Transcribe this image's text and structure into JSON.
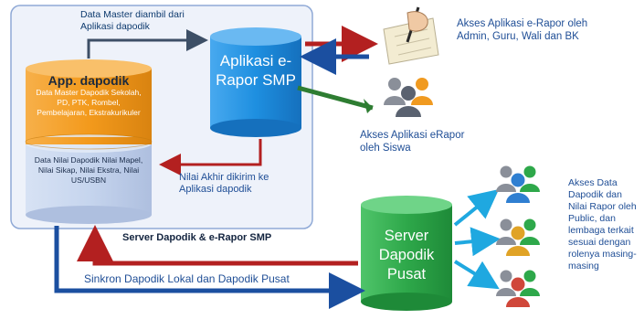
{
  "colors": {
    "server_box_fill": "#e9eef8",
    "server_box_border": "#8fa9d6",
    "dapodik_top": "#f39a1c",
    "dapodik_bottom": "#c6d5ee",
    "erapor_cylinder": "#1e8fe0",
    "pusat_cylinder": "#2ea84a",
    "arrow_red": "#b32020",
    "arrow_blue": "#1b4fa0",
    "arrow_cyan": "#1fa8e0",
    "arrow_green": "#2e7d32",
    "text_dark": "#0d3a6e"
  },
  "labels": {
    "data_master_from": "Data Master diambil dari Aplikasi dapodik",
    "app_dapodik_title": "App. dapodik",
    "app_dapodik_data": "Data Master Dapodik Sekolah, PD, PTK, Rombel, Pembelajaran, Ekstrakurikuler",
    "app_dapodik_nilai": "Data Nilai Dapodik Nilai Mapel, Nilai Sikap, Nilai Ekstra, Nilai US/USBN",
    "aplikasi_erapor": "Aplikasi e-Rapor SMP",
    "nilai_akhir": "Nilai Akhir dikirim ke Aplikasi dapodik",
    "server_caption": "Server Dapodik & e-Rapor SMP",
    "akses_admin": "Akses Aplikasi e-Rapor oleh Admin, Guru, Wali dan BK",
    "akses_siswa": "Akses Aplikasi eRapor oleh Siswa",
    "server_pusat": "Server Dapodik Pusat",
    "sinkron": "Sinkron Dapodik Lokal dan Dapodik Pusat",
    "akses_public": "Akses Data Dapodik dan Nilai Rapor oleh Public, dan lembaga terkait sesuai dengan rolenya masing-masing"
  },
  "icons": {
    "hand_writing": "hand-writing-icon",
    "users_group": "users-group-icon"
  }
}
